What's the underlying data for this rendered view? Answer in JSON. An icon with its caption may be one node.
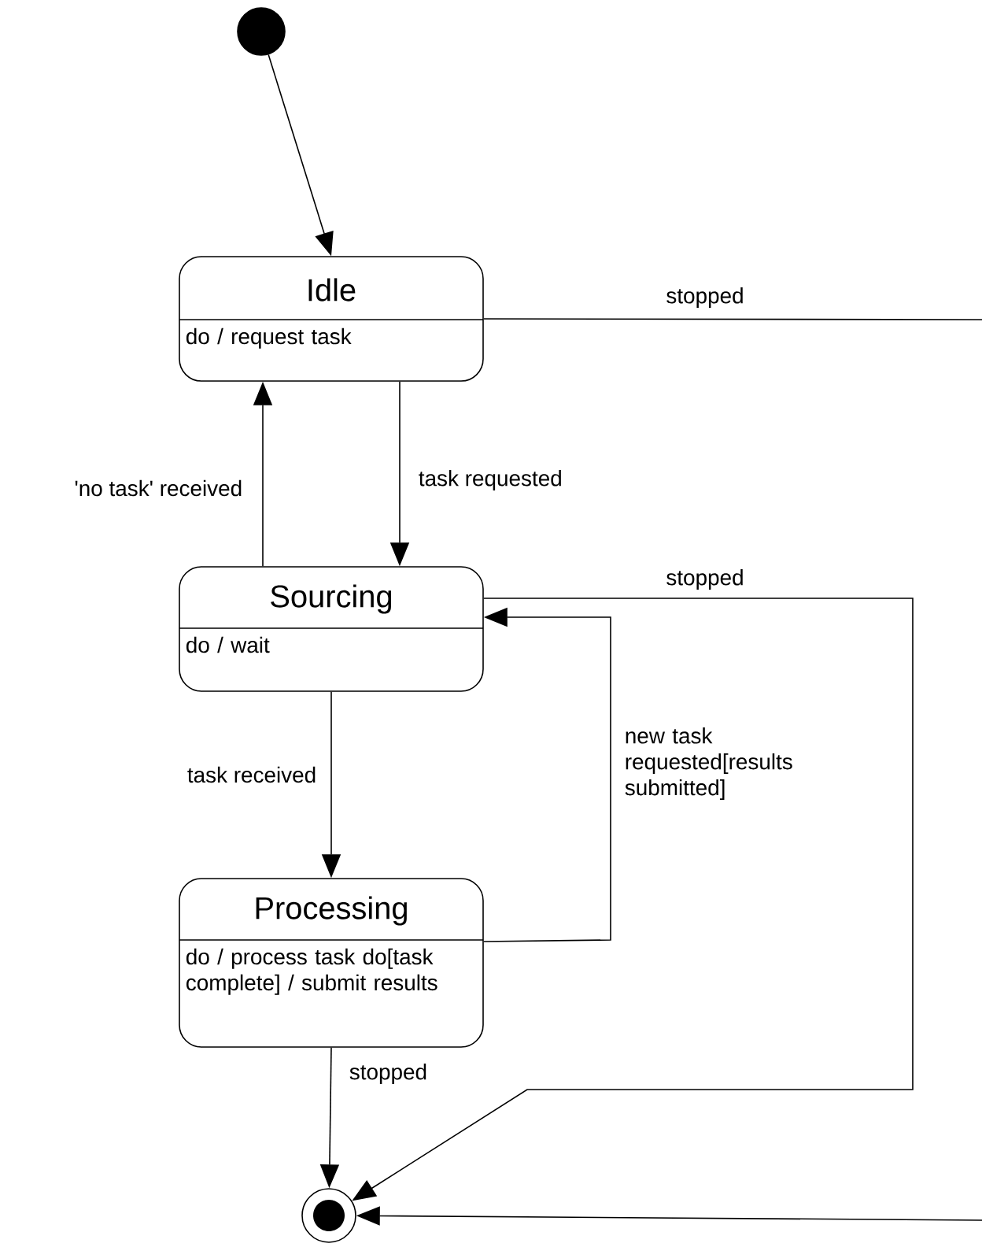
{
  "diagram": {
    "nodes": [
      {
        "text": [],
        "shape": "circle"
      },
      {
        "text": [
          "Idle",
          "do / request task"
        ]
      },
      {
        "text": [
          "Sourcing",
          "do / wait"
        ]
      },
      {
        "text": [
          "Processing",
          "do / process task do[task complete] / submit results"
        ]
      },
      {
        "text": [],
        "shape": "circle"
      }
    ],
    "edges": [
      {
        "from": 0,
        "to": 1,
        "arrow": "to"
      },
      {
        "from": 1,
        "to": null,
        "arrow": "none",
        "label": "stopped"
      },
      {
        "from": 2,
        "to": 1,
        "arrow": "to",
        "label": "'no task' received"
      },
      {
        "from": 1,
        "to": 2,
        "arrow": "to",
        "label": "task requested"
      },
      {
        "from": 2,
        "to": 4,
        "arrow": "to",
        "label": "stopped"
      },
      {
        "from": 2,
        "to": 3,
        "arrow": "to",
        "label": "task received"
      },
      {
        "from": 3,
        "to": 2,
        "arrow": "to",
        "label": "new task requested[results submitted]"
      },
      {
        "from": 3,
        "to": 4,
        "arrow": "to",
        "label": "stopped"
      },
      {
        "from": null,
        "to": 4,
        "arrow": "to"
      }
    ]
  }
}
